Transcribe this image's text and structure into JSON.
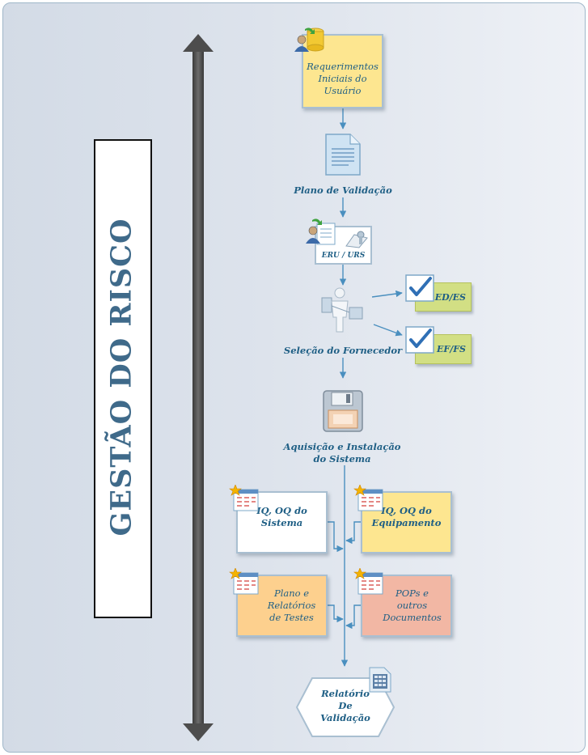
{
  "title": "GESTÃO DO RISCO",
  "nodes": {
    "req_iniciais": "Requerimentos\nIniciais do\nUsuário",
    "plano_validacao": "Plano de Validação",
    "eru_urs": "ERU / URS",
    "ed_es": "ED/ES",
    "ef_fs": "EF/FS",
    "selecao_fornecedor": "Seleção do Fornecedor",
    "aquisicao_line1": "Aquisição e Instalação",
    "aquisicao_line2": "do Sistema",
    "iq_oq_sistema": "IQ, OQ do\nSistema",
    "iq_oq_equipamento": "IQ, OQ do\nEquipamento",
    "plano_relatorios": "Plano e\nRelatórios\nde Testes",
    "pops": "POPs e\noutros\nDocumentos",
    "relatorio": "Relatório\nDe\nValidação"
  },
  "icons": [
    "user-database-icon",
    "document-icon",
    "user-document-icon",
    "person-network-icon",
    "checkmark-document-icon",
    "floppy-disk-icon",
    "spreadsheet-star-icon",
    "calculator-document-icon"
  ],
  "colors": {
    "title": "#3f6a8a",
    "label": "#1f5f85",
    "connector": "#4a8fbf",
    "yellow_box": "#fde690",
    "orange_box": "#fdd08e",
    "pink_box": "#f2b7a4",
    "green_tab": "#d2df84",
    "scale_arrow": "#4d4d4d"
  }
}
